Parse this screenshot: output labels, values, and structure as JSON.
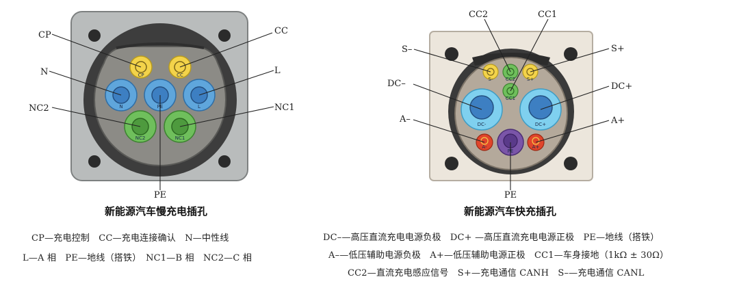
{
  "slow": {
    "title": "新能源汽车慢充电插孔",
    "labels": {
      "cp": "CP",
      "cc": "CC",
      "n": "N",
      "l": "L",
      "nc2": "NC2",
      "nc1": "NC1",
      "pe": "PE"
    },
    "pin_texts": {
      "cp": "CP",
      "cc": "CC",
      "n": "N",
      "pe": "PE",
      "l": "L",
      "nc2": "NC2",
      "nc1": "NC1"
    },
    "legend": [
      "CP—充电控制　CC—充电连接确认　N—中性线",
      "L—A 相　PE—地线（搭铁）　NC1—B 相　NC2—C 相"
    ]
  },
  "fast": {
    "title": "新能源汽车快充插孔",
    "labels": {
      "cc2": "CC2",
      "cc1": "CC1",
      "s_minus": "S–",
      "s_plus": "S+",
      "dc_minus": "DC–",
      "dc_plus": "DC+",
      "a_minus": "A–",
      "a_plus": "A+",
      "pe": "PE"
    },
    "pin_texts": {
      "s_minus": "S-",
      "cc2": "CC2",
      "s_plus": "S+",
      "cc1": "CC1",
      "dc_minus": "DC-",
      "dc_plus": "DC+",
      "a_minus": "A-",
      "pe": "PE",
      "a_plus": "A+"
    },
    "legend": [
      "DC–—高压直流充电电源负极　DC+ —高压直流充电电源正极　PE—地线（搭铁）",
      "A–—低压辅助电源负极　A+—低压辅助电源正极　CC1—车身接地（1kΩ ± 30Ω）",
      "CC2—直流充电感应信号　S+—充电通信 CANH　S–—充电通信 CANL"
    ]
  },
  "colors": {
    "slow_plate": "#b9bcbc",
    "fast_plate": "#ece6dc",
    "socket_dark": "#3d3d3d",
    "socket_inner": "#8c8b86",
    "fast_inner": "#b4a99b",
    "yellow": "#f3d34a",
    "blue": "#5fa6dc",
    "blue_core": "#3d7fc2",
    "green": "#6fbf5c",
    "light_blue": "#7fd0ef",
    "red": "#e0452b",
    "purple": "#7a55a8"
  }
}
